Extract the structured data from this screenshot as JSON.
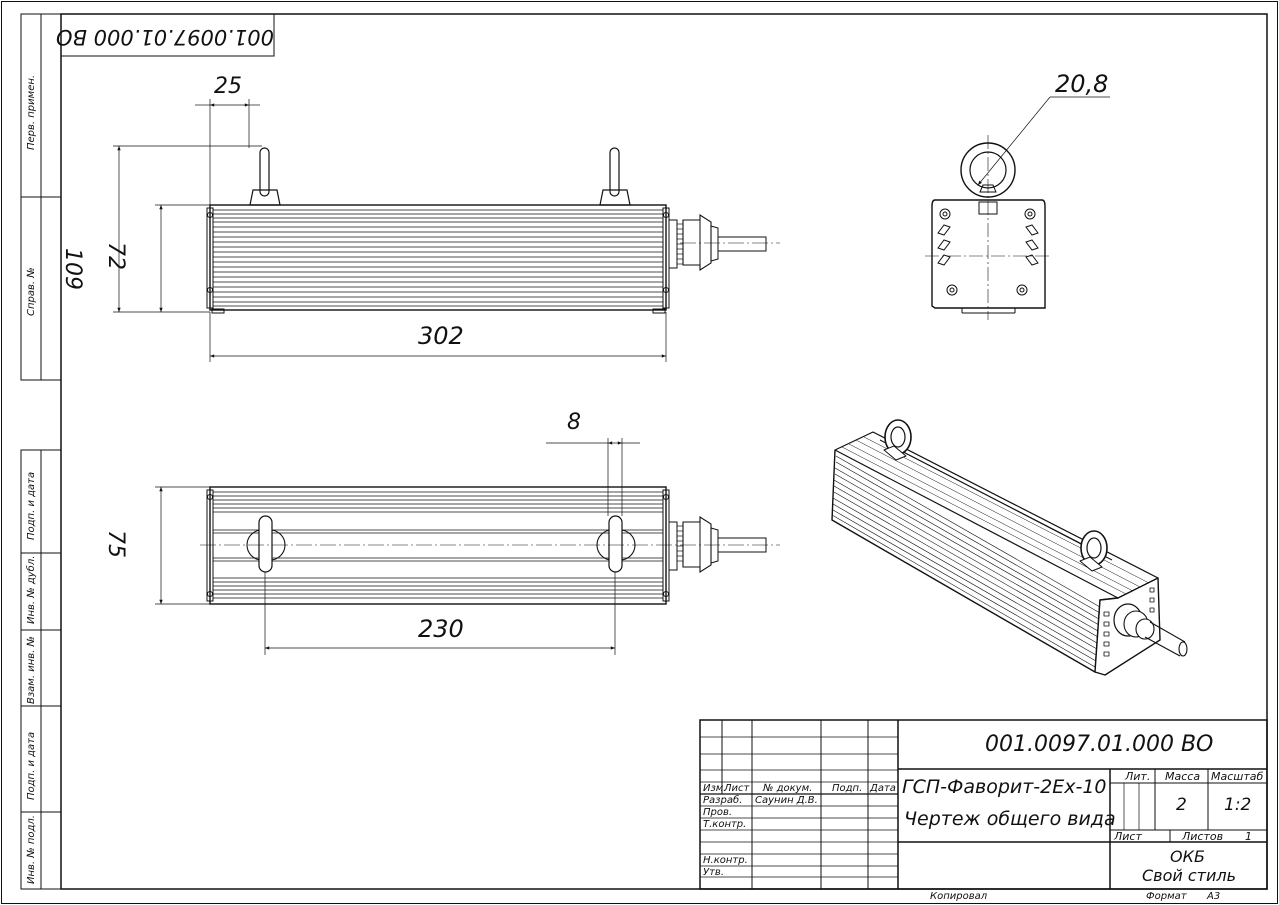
{
  "stamp_code": "001.0097.01.000 ВО",
  "left_strip": {
    "perv_primen": "Перв. примен.",
    "sprav_no": "Справ. №",
    "podp_data_1": "Подп. и дата",
    "inv_dubl": "Инв. № дубл.",
    "vzam_inv": "Взам. инв. №",
    "podp_data_2": "Подп. и дата",
    "inv_podl": "Инв. № подл."
  },
  "dimensions": {
    "d25": "25",
    "d109": "109",
    "d72": "72",
    "d302": "302",
    "d20_8": "20,8",
    "d8": "8",
    "d75": "75",
    "d230": "230"
  },
  "title_block": {
    "doc_code": "001.0097.01.000 ВО",
    "product_name": "ГСП-Фаворит-2Ex-10",
    "doc_name": "Чертеж общего вида",
    "col_izm": "Изм.",
    "col_list": "Лист",
    "col_doc": "№ докум.",
    "col_podp": "Подп.",
    "col_data": "Дата",
    "razrab": "Разраб.",
    "razrab_name": "Саунин Д.В.",
    "prov": "Пров.",
    "tkontr": "Т.контр.",
    "nkontr": "Н.контр.",
    "utv": "Утв.",
    "lit": "Лит.",
    "massa": "Масса",
    "masshtab": "Масштаб",
    "massa_value": "2",
    "masshtab_value": "1:2",
    "list_label": "Лист",
    "listov_label": "Листов",
    "listov_value": "1",
    "org": "ОКБ",
    "org2": "Свой стиль"
  },
  "footer": {
    "kopiroval": "Копировал",
    "format_label": "Формат",
    "format_value": "А3"
  }
}
